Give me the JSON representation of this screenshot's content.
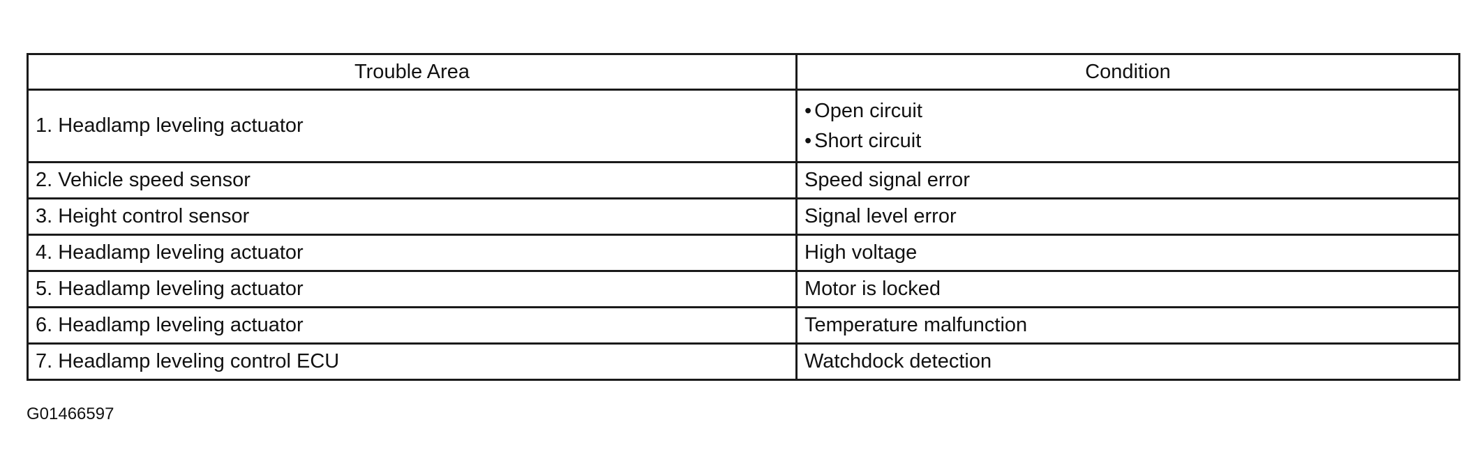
{
  "table": {
    "headers": {
      "trouble_area": "Trouble Area",
      "condition": "Condition"
    },
    "rows": [
      {
        "trouble_area": "1.  Headlamp leveling actuator",
        "conditions": [
          "Open circuit",
          "Short circuit"
        ]
      },
      {
        "trouble_area": "2.  Vehicle speed sensor",
        "conditions": [
          "Speed signal error"
        ]
      },
      {
        "trouble_area": "3.  Height control sensor",
        "conditions": [
          "Signal level error"
        ]
      },
      {
        "trouble_area": "4.  Headlamp leveling actuator",
        "conditions": [
          "High voltage"
        ]
      },
      {
        "trouble_area": "5.  Headlamp leveling actuator",
        "conditions": [
          "Motor is locked"
        ]
      },
      {
        "trouble_area": "6.  Headlamp leveling actuator",
        "conditions": [
          "Temperature malfunction"
        ]
      },
      {
        "trouble_area": "7.  Headlamp leveling control ECU",
        "conditions": [
          "Watchdock detection"
        ]
      }
    ]
  },
  "bullet_glyph": "•",
  "figure_id": "G01466597"
}
